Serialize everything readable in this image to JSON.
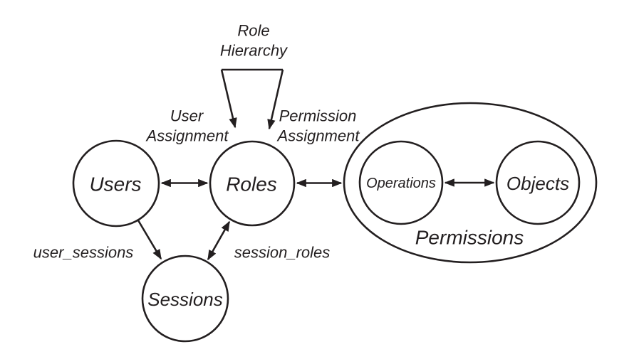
{
  "canvas": {
    "background": "#ffffff",
    "ink": "#231f20"
  },
  "nodes": {
    "users": {
      "label": "Users"
    },
    "roles": {
      "label": "Roles"
    },
    "sessions": {
      "label": "Sessions"
    },
    "operations": {
      "label": "Operations"
    },
    "objects": {
      "label": "Objects"
    },
    "permissions": {
      "label": "Permissions"
    }
  },
  "labels": {
    "role_hierarchy": {
      "line1": "Role",
      "line2": "Hierarchy"
    },
    "user_assignment": {
      "line1": "User",
      "line2": "Assignment"
    },
    "permission_assignment": {
      "line1": "Permission",
      "line2": "Assignment"
    },
    "user_sessions": "user_sessions",
    "session_roles": "session_roles"
  },
  "edges": [
    {
      "from": "Users",
      "to": "Roles",
      "style": "double-arrow",
      "label": "User Assignment"
    },
    {
      "from": "Roles",
      "to": "Permissions",
      "style": "double-arrow",
      "label": "Permission Assignment"
    },
    {
      "from": "Operations",
      "to": "Objects",
      "style": "double-arrow",
      "label": ""
    },
    {
      "from": "Users",
      "to": "Sessions",
      "style": "single-arrow",
      "label": "user_sessions"
    },
    {
      "from": "Sessions",
      "to": "Roles",
      "style": "double-arrow",
      "label": "session_roles"
    },
    {
      "from": "Roles",
      "to": "Roles",
      "style": "funnel",
      "label": "Role Hierarchy"
    }
  ]
}
